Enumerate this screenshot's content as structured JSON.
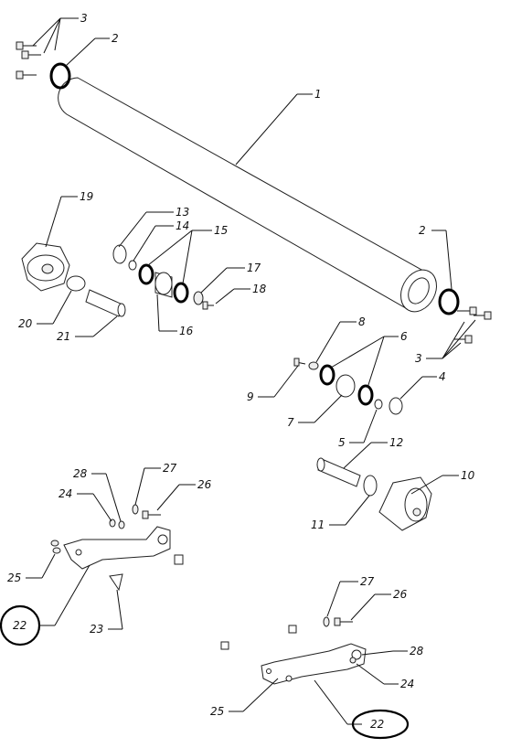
{
  "diagram": {
    "callouts": [
      {
        "id": "c3-top",
        "text": "3"
      },
      {
        "id": "c2-top",
        "text": "2"
      },
      {
        "id": "c1",
        "text": "1"
      },
      {
        "id": "c19",
        "text": "19"
      },
      {
        "id": "c13",
        "text": "13"
      },
      {
        "id": "c14",
        "text": "14"
      },
      {
        "id": "c15",
        "text": "15"
      },
      {
        "id": "c2-right",
        "text": "2"
      },
      {
        "id": "c17",
        "text": "17"
      },
      {
        "id": "c18",
        "text": "18"
      },
      {
        "id": "c16",
        "text": "16"
      },
      {
        "id": "c20",
        "text": "20"
      },
      {
        "id": "c21",
        "text": "21"
      },
      {
        "id": "c3-right",
        "text": "3"
      },
      {
        "id": "c8",
        "text": "8"
      },
      {
        "id": "c6",
        "text": "6"
      },
      {
        "id": "c4",
        "text": "4"
      },
      {
        "id": "c9",
        "text": "9"
      },
      {
        "id": "c7",
        "text": "7"
      },
      {
        "id": "c5",
        "text": "5"
      },
      {
        "id": "c12",
        "text": "12"
      },
      {
        "id": "c10",
        "text": "10"
      },
      {
        "id": "c11",
        "text": "11"
      },
      {
        "id": "c28-left",
        "text": "28"
      },
      {
        "id": "c27-left",
        "text": "27"
      },
      {
        "id": "c26-left",
        "text": "26"
      },
      {
        "id": "c24-left",
        "text": "24"
      },
      {
        "id": "c25-left",
        "text": "25"
      },
      {
        "id": "c22-left",
        "text": "22"
      },
      {
        "id": "c23",
        "text": "23"
      },
      {
        "id": "c27-right",
        "text": "27"
      },
      {
        "id": "c26-right",
        "text": "26"
      },
      {
        "id": "c28-right",
        "text": "28"
      },
      {
        "id": "c24-right",
        "text": "24"
      },
      {
        "id": "c25-right",
        "text": "25"
      },
      {
        "id": "c22-right",
        "text": "22"
      }
    ],
    "highlighted_callouts": [
      "c22-left",
      "c22-right"
    ]
  }
}
